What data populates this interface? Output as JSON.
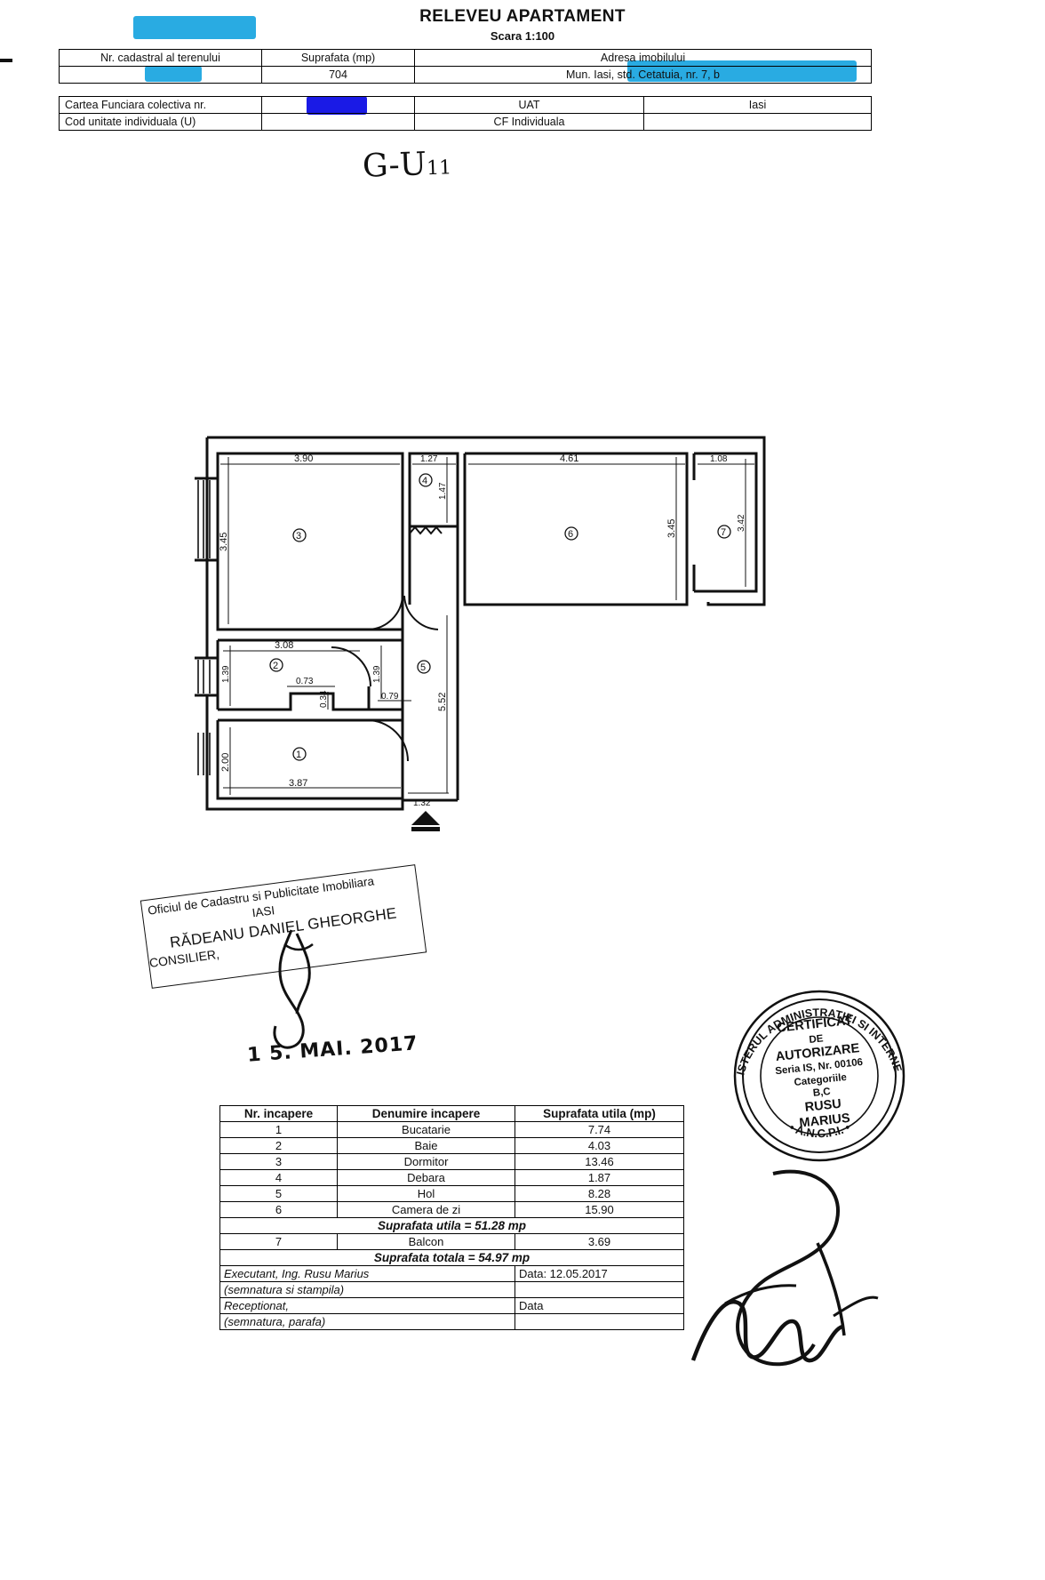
{
  "document": {
    "title": "RELEVEU APARTAMENT",
    "scale": "Scara 1:100",
    "handwritten_note": "G",
    "handwritten_note_sub": "-U",
    "handwritten_note_sub2": "11"
  },
  "header_table_top": {
    "col1_label": "Nr. cadastral al terenului",
    "col2_label": "Suprafata (mp)",
    "col3_label": "Adresa imobilului",
    "col1_value": "",
    "col2_value": "704",
    "col3_value": "Mun. Iasi, std. Cetatuia, nr. 7, b"
  },
  "header_table_bottom": {
    "row1_label": "Cartea Funciara colectiva nr.",
    "row1_value": "",
    "row1_mid": "UAT",
    "row1_right": "Iasi",
    "row2_label": "Cod unitate individuala (U)",
    "row2_value": "",
    "row2_mid": "CF Individuala",
    "row2_right": ""
  },
  "floorplan": {
    "dimensions": {
      "top_left_width": "3.90",
      "debara_width": "1.27",
      "living_width": "4.61",
      "balcony_width": "1.08",
      "bedroom_height": "3.45",
      "debara_height": "1.47",
      "living_height": "3.45",
      "balcony_height": "3.42",
      "bath_width": "3.08",
      "bath_height": "1.39",
      "bath_notch_w": "0.73",
      "bath_notch_h": "0.34",
      "hol_right_height": "1.39",
      "hol_small_width": "0.79",
      "hol_height": "5.52",
      "kitchen_height": "2.00",
      "kitchen_width": "3.87",
      "kitchen_door": "1.32"
    },
    "room_markers": [
      "1",
      "2",
      "3",
      "4",
      "5",
      "6",
      "7"
    ]
  },
  "consilier_stamp": {
    "line1": "Oficiul de Cadastru si Publicitate Imobiliara",
    "line2": "IASI",
    "line3": "RĂDEANU DANIEL GHEORGHE",
    "line4": "CONSILIER,"
  },
  "date_stamp": "1 5. MAI. 2017",
  "round_seal": {
    "outer_text_top": "MINISTERUL ADMINISTRATIEI SI INTERNELOR",
    "outer_text_bottom": "A.N.C.P.I.",
    "line1": "CERTIFICAT",
    "line2": "DE",
    "line3": "AUTORIZARE",
    "line4": "Seria IS, Nr. 00106",
    "line5": "Categoriile",
    "line6": "B,C",
    "line7": "RUSU",
    "line8": "MARIUS"
  },
  "rooms_table": {
    "headers": [
      "Nr. incapere",
      "Denumire incapere",
      "Suprafata utila (mp)"
    ],
    "rows": [
      {
        "nr": "1",
        "name": "Bucatarie",
        "area": "7.74"
      },
      {
        "nr": "2",
        "name": "Baie",
        "area": "4.03"
      },
      {
        "nr": "3",
        "name": "Dormitor",
        "area": "13.46"
      },
      {
        "nr": "4",
        "name": "Debara",
        "area": "1.87"
      },
      {
        "nr": "5",
        "name": "Hol",
        "area": "8.28"
      },
      {
        "nr": "6",
        "name": "Camera de zi",
        "area": "15.90"
      }
    ],
    "subtotal": "Suprafata utila = 51.28 mp",
    "balcony": {
      "nr": "7",
      "name": "Balcon",
      "area": "3.69"
    },
    "total": "Suprafata totala = 54.97 mp",
    "executant": "Executant, Ing. Rusu Marius",
    "executant_date": "Data: 12.05.2017",
    "executant_sig": "(semnatura si stampila)",
    "receptionat": "Receptionat,",
    "receptionat_date": "Data",
    "receptionat_sig": "(semnatura, parafa)"
  }
}
